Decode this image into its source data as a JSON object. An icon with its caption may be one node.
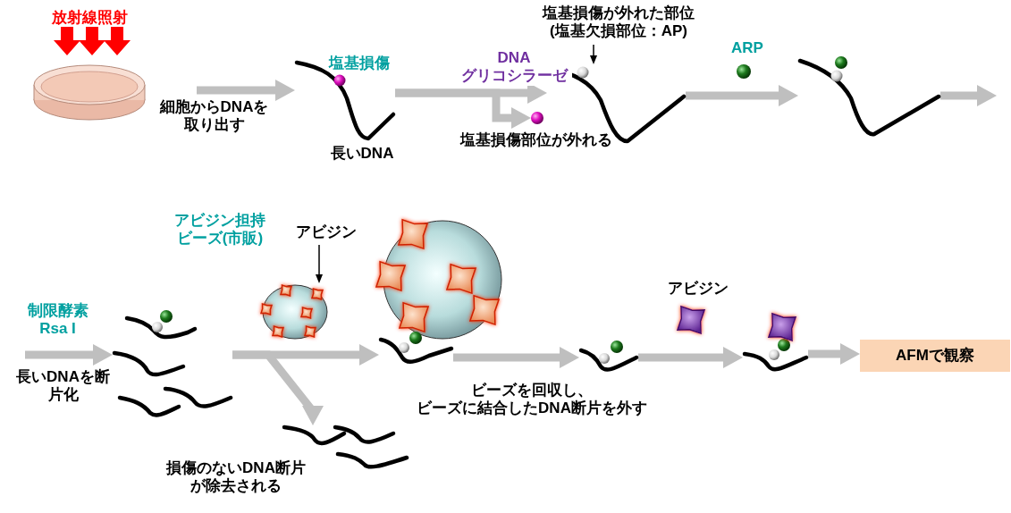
{
  "diagram": {
    "nodes": [
      {
        "text": [
          "放射線照射"
        ]
      },
      {
        "text": [],
        "shape": "picture",
        "beside": [
          "塩基損傷",
          "長いDNA"
        ]
      },
      {
        "text": [],
        "shape": "circle",
        "beside": [
          "塩基損傷部位が外れる"
        ]
      },
      {
        "text": [
          "塩基損傷が外れた部位(塩基欠損部位：AP)"
        ]
      },
      {
        "text": [],
        "shape": "picture"
      },
      {
        "text": [],
        "shape": "circle",
        "beside": [
          "ARP"
        ]
      },
      {
        "text": [],
        "shape": "picture"
      },
      {
        "text": [],
        "shape": "picture"
      },
      {
        "text": [],
        "shape": "picture",
        "beside": [
          "アビジン担持ビーズ(市販)"
        ]
      },
      {
        "text": [
          "アビジン"
        ]
      },
      {
        "text": [],
        "shape": "picture"
      },
      {
        "text": [],
        "shape": "picture"
      },
      {
        "text": [],
        "shape": "picture",
        "beside": [
          "損傷のないDNA断片が除去される"
        ]
      },
      {
        "text": [],
        "shape": "picture"
      },
      {
        "text": [],
        "shape": "picture",
        "beside": [
          "アビジン"
        ]
      },
      {
        "text": [],
        "shape": "picture"
      },
      {
        "text": [
          "AFMで観察"
        ]
      }
    ],
    "edges": [
      {
        "from": 0,
        "to": 1,
        "arrow": "to",
        "label": "細胞からDNAを取り出す"
      },
      {
        "from": 1,
        "to": 4,
        "arrow": "to",
        "label": "DNA グリコシラーゼ"
      },
      {
        "from": 1,
        "to": 2,
        "arrow": "to"
      },
      {
        "from": 3,
        "to": 4,
        "arrow": "to",
        "color": "#000000"
      },
      {
        "from": 4,
        "to": 6,
        "arrow": "to"
      },
      {
        "from": 6,
        "to": null,
        "arrow": "to"
      },
      {
        "from": null,
        "to": 7,
        "arrow": "to",
        "label": "制限酵素Rsa I"
      },
      {
        "from": 7,
        "to": 11,
        "arrow": "to"
      },
      {
        "from": 7,
        "to": 12,
        "arrow": "to"
      },
      {
        "from": 9,
        "to": 8,
        "arrow": "to",
        "color": "#000000"
      },
      {
        "from": 11,
        "to": 13,
        "arrow": "to",
        "label": "ビーズを回収し、ビーズに結合したDNA断片を外す"
      },
      {
        "from": 13,
        "to": 15,
        "arrow": "to"
      },
      {
        "from": 15,
        "to": 16,
        "arrow": "to"
      }
    ],
    "labels": [
      "長いDNAを断片化"
    ]
  }
}
